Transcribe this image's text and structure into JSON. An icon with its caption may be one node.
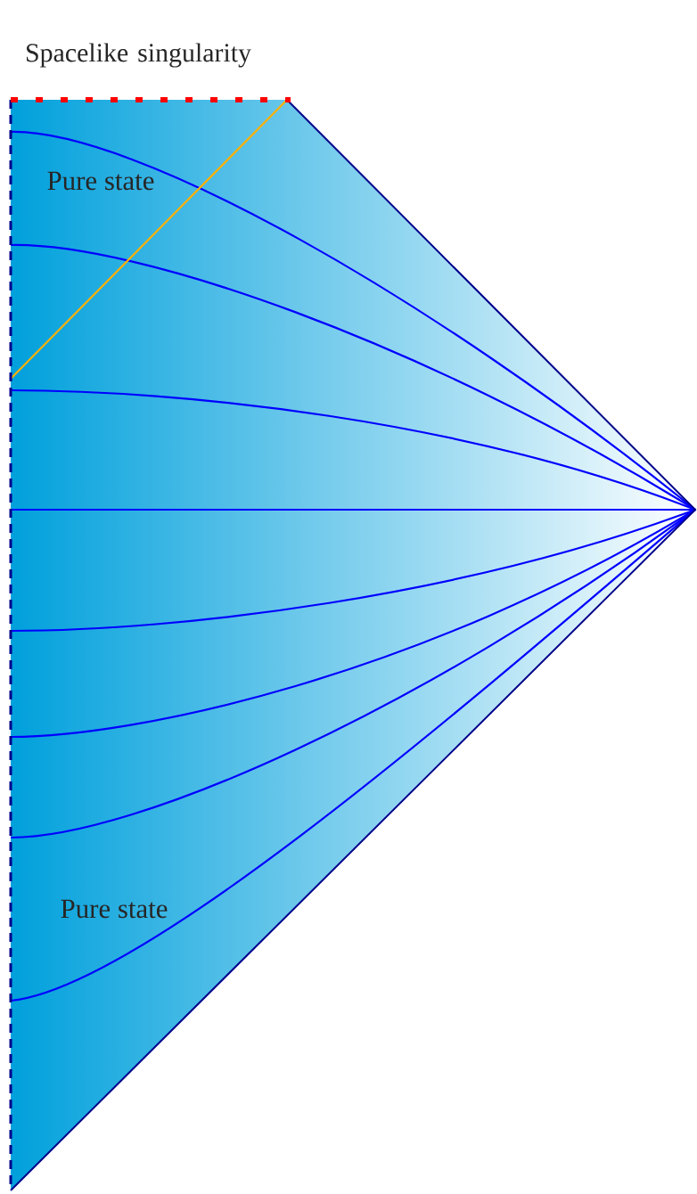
{
  "diagram": {
    "labels": [
      "Spacelike singularity",
      "Pure state",
      "Pure state"
    ]
  }
}
